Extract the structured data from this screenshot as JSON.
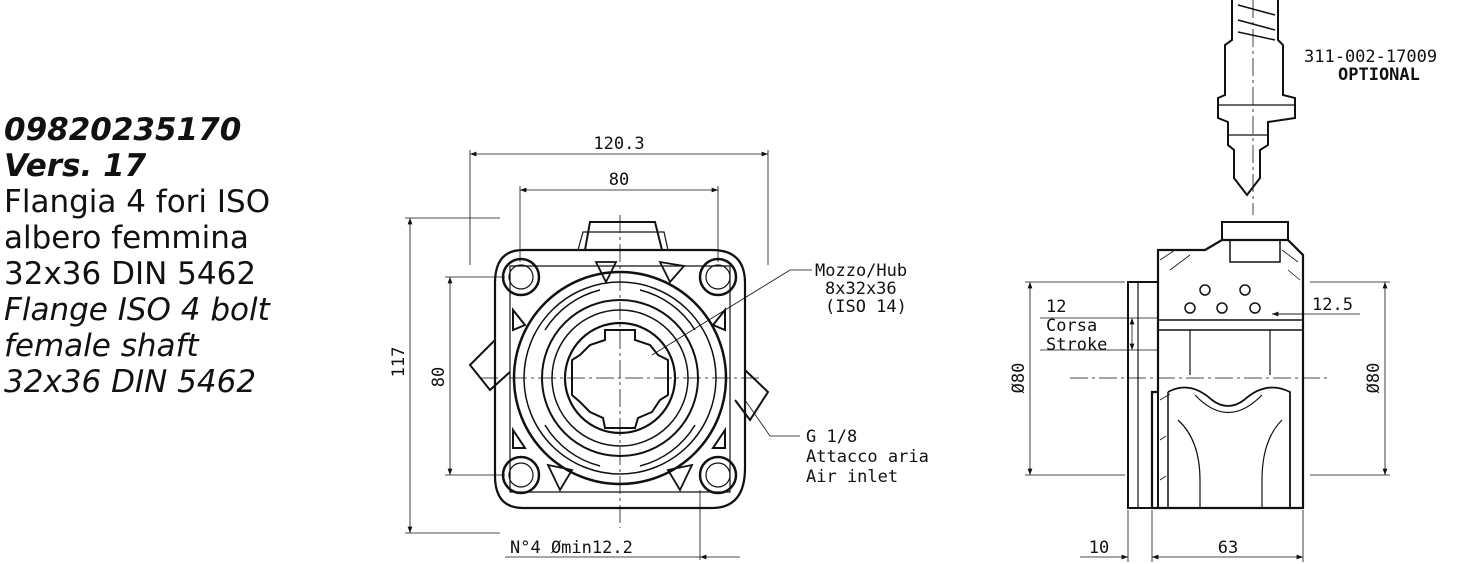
{
  "title": {
    "code": "09820235170",
    "version": "Vers. 17",
    "it_lines": [
      "Flangia 4 fori ISO",
      "albero femmina",
      "32x36 DIN 5462"
    ],
    "en_lines": [
      "Flange ISO 4 bolt",
      "female shaft",
      "32x36 DIN 5462"
    ]
  },
  "front_view": {
    "dim_width_outer": "120.3",
    "dim_width_inner": "80",
    "dim_height_outer": "117",
    "dim_height_inner": "80",
    "holes_note": "N°4 Ømin12.2",
    "hub_note": [
      "Mozzo/Hub",
      "8x32x36",
      "(ISO 14)"
    ],
    "air_note": [
      "G 1/8",
      "Attacco aria",
      "Air inlet"
    ]
  },
  "side_view": {
    "part_number": "311-002-17009",
    "optional_label": "OPTIONAL",
    "stroke_value": "12",
    "stroke_it": "Corsa",
    "stroke_en": "Stroke",
    "dim_right_top": "12.5",
    "dim_dia_left": "Ø80",
    "dim_dia_right": "Ø80",
    "dim_bottom_left": "10",
    "dim_bottom_main": "63"
  }
}
